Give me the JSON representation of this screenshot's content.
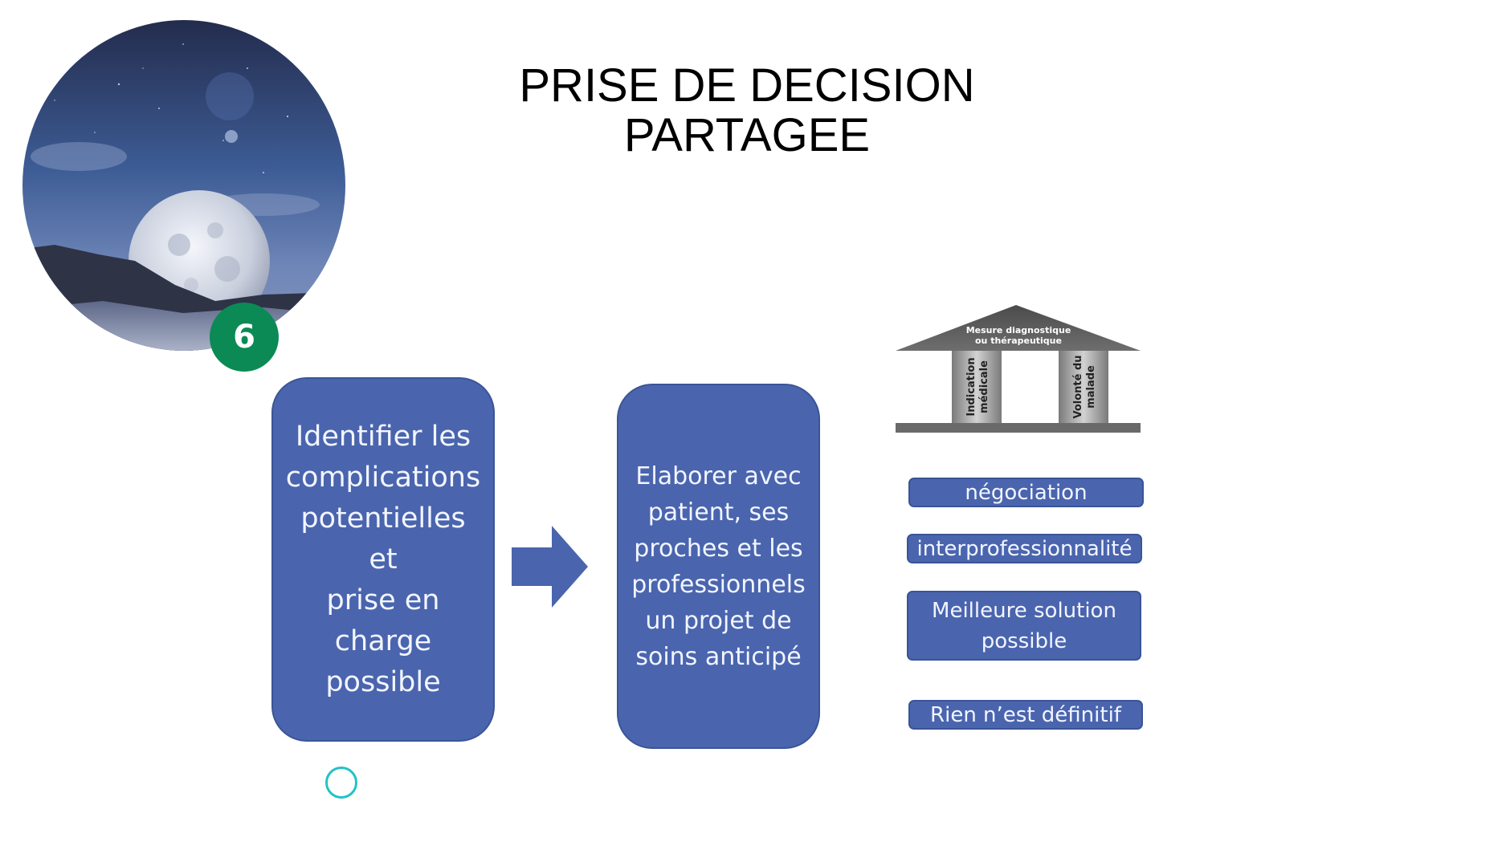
{
  "slide": {
    "title_line1": "PRISE DE DECISION",
    "title_line2": "PARTAGEE",
    "number": "6"
  },
  "flow": {
    "step1": [
      "Identifier les",
      "complications",
      "potentielles et",
      "prise en",
      "charge",
      "possible"
    ],
    "step2": [
      "Elaborer avec",
      "patient, ses",
      "proches et les",
      "professionnels",
      "un projet de",
      "soins anticipé"
    ]
  },
  "temple": {
    "roof_line1": "Mesure diagnostique",
    "roof_line2": "ou thérapeutique",
    "pillar_left_line1": "Indication",
    "pillar_left_line2": "médicale",
    "pillar_right_line1": "Volonté du",
    "pillar_right_line2": "malade"
  },
  "pills": {
    "p1": "négociation",
    "p2": "interprofessionnalité",
    "p3_line1": "Meilleure solution",
    "p3_line2": "possible",
    "p4": "Rien n’est définitif"
  },
  "colors": {
    "box_fill": "#4a65ae",
    "badge": "#0b8a55",
    "ring": "#22c2c8"
  }
}
